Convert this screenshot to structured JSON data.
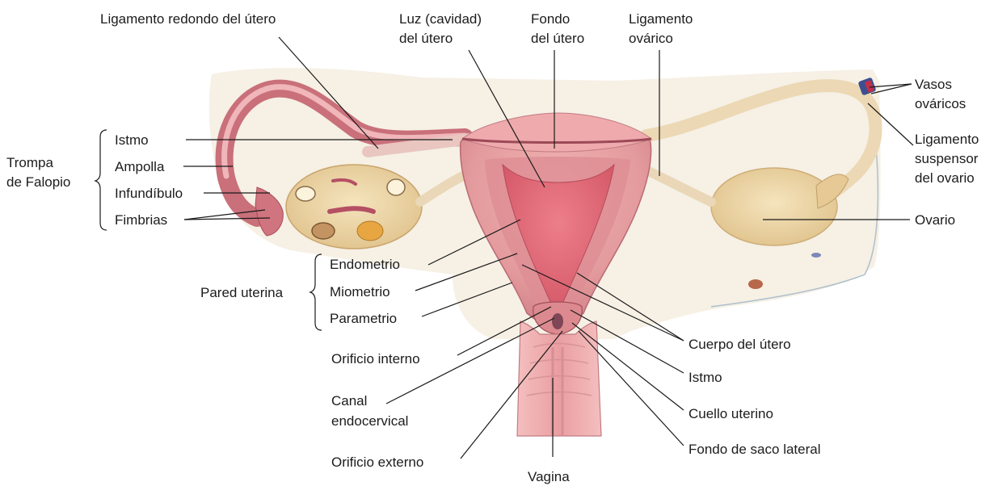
{
  "labels": {
    "ligamento_redondo": "Ligamento redondo del útero",
    "luz_1": "Luz (cavidad)",
    "luz_2": "del útero",
    "fondo_1": "Fondo",
    "fondo_2": "del útero",
    "lig_ovarico_1": "Ligamento",
    "lig_ovarico_2": "ovárico",
    "vasos_1": "Vasos",
    "vasos_2": "ováricos",
    "lig_susp_1": "Ligamento",
    "lig_susp_2": "suspensor",
    "lig_susp_3": "del ovario",
    "ovario": "Ovario",
    "trompa_1": "Trompa",
    "trompa_2": "de Falopio",
    "istmo_trompa": "Istmo",
    "ampolla": "Ampolla",
    "infundibulo": "Infundíbulo",
    "fimbrias": "Fimbrias",
    "pared_uterina": "Pared uterina",
    "endometrio": "Endometrio",
    "miometrio": "Miometrio",
    "parametrio": "Parametrio",
    "orificio_interno": "Orificio interno",
    "canal_1": "Canal",
    "canal_2": "endocervical",
    "orificio_externo": "Orificio externo",
    "vagina": "Vagina",
    "cuerpo_utero": "Cuerpo del útero",
    "istmo_utero": "Istmo",
    "cuello_uterino": "Cuello uterino",
    "fondo_saco": "Fondo de saco lateral"
  },
  "colors": {
    "tissue_pink": "#e7a3a4",
    "tissue_dark": "#c55f68",
    "cavity": "#e06b78",
    "ovary": "#eed8a8",
    "ligament": "#f4ead8",
    "background": "#ffffff"
  }
}
